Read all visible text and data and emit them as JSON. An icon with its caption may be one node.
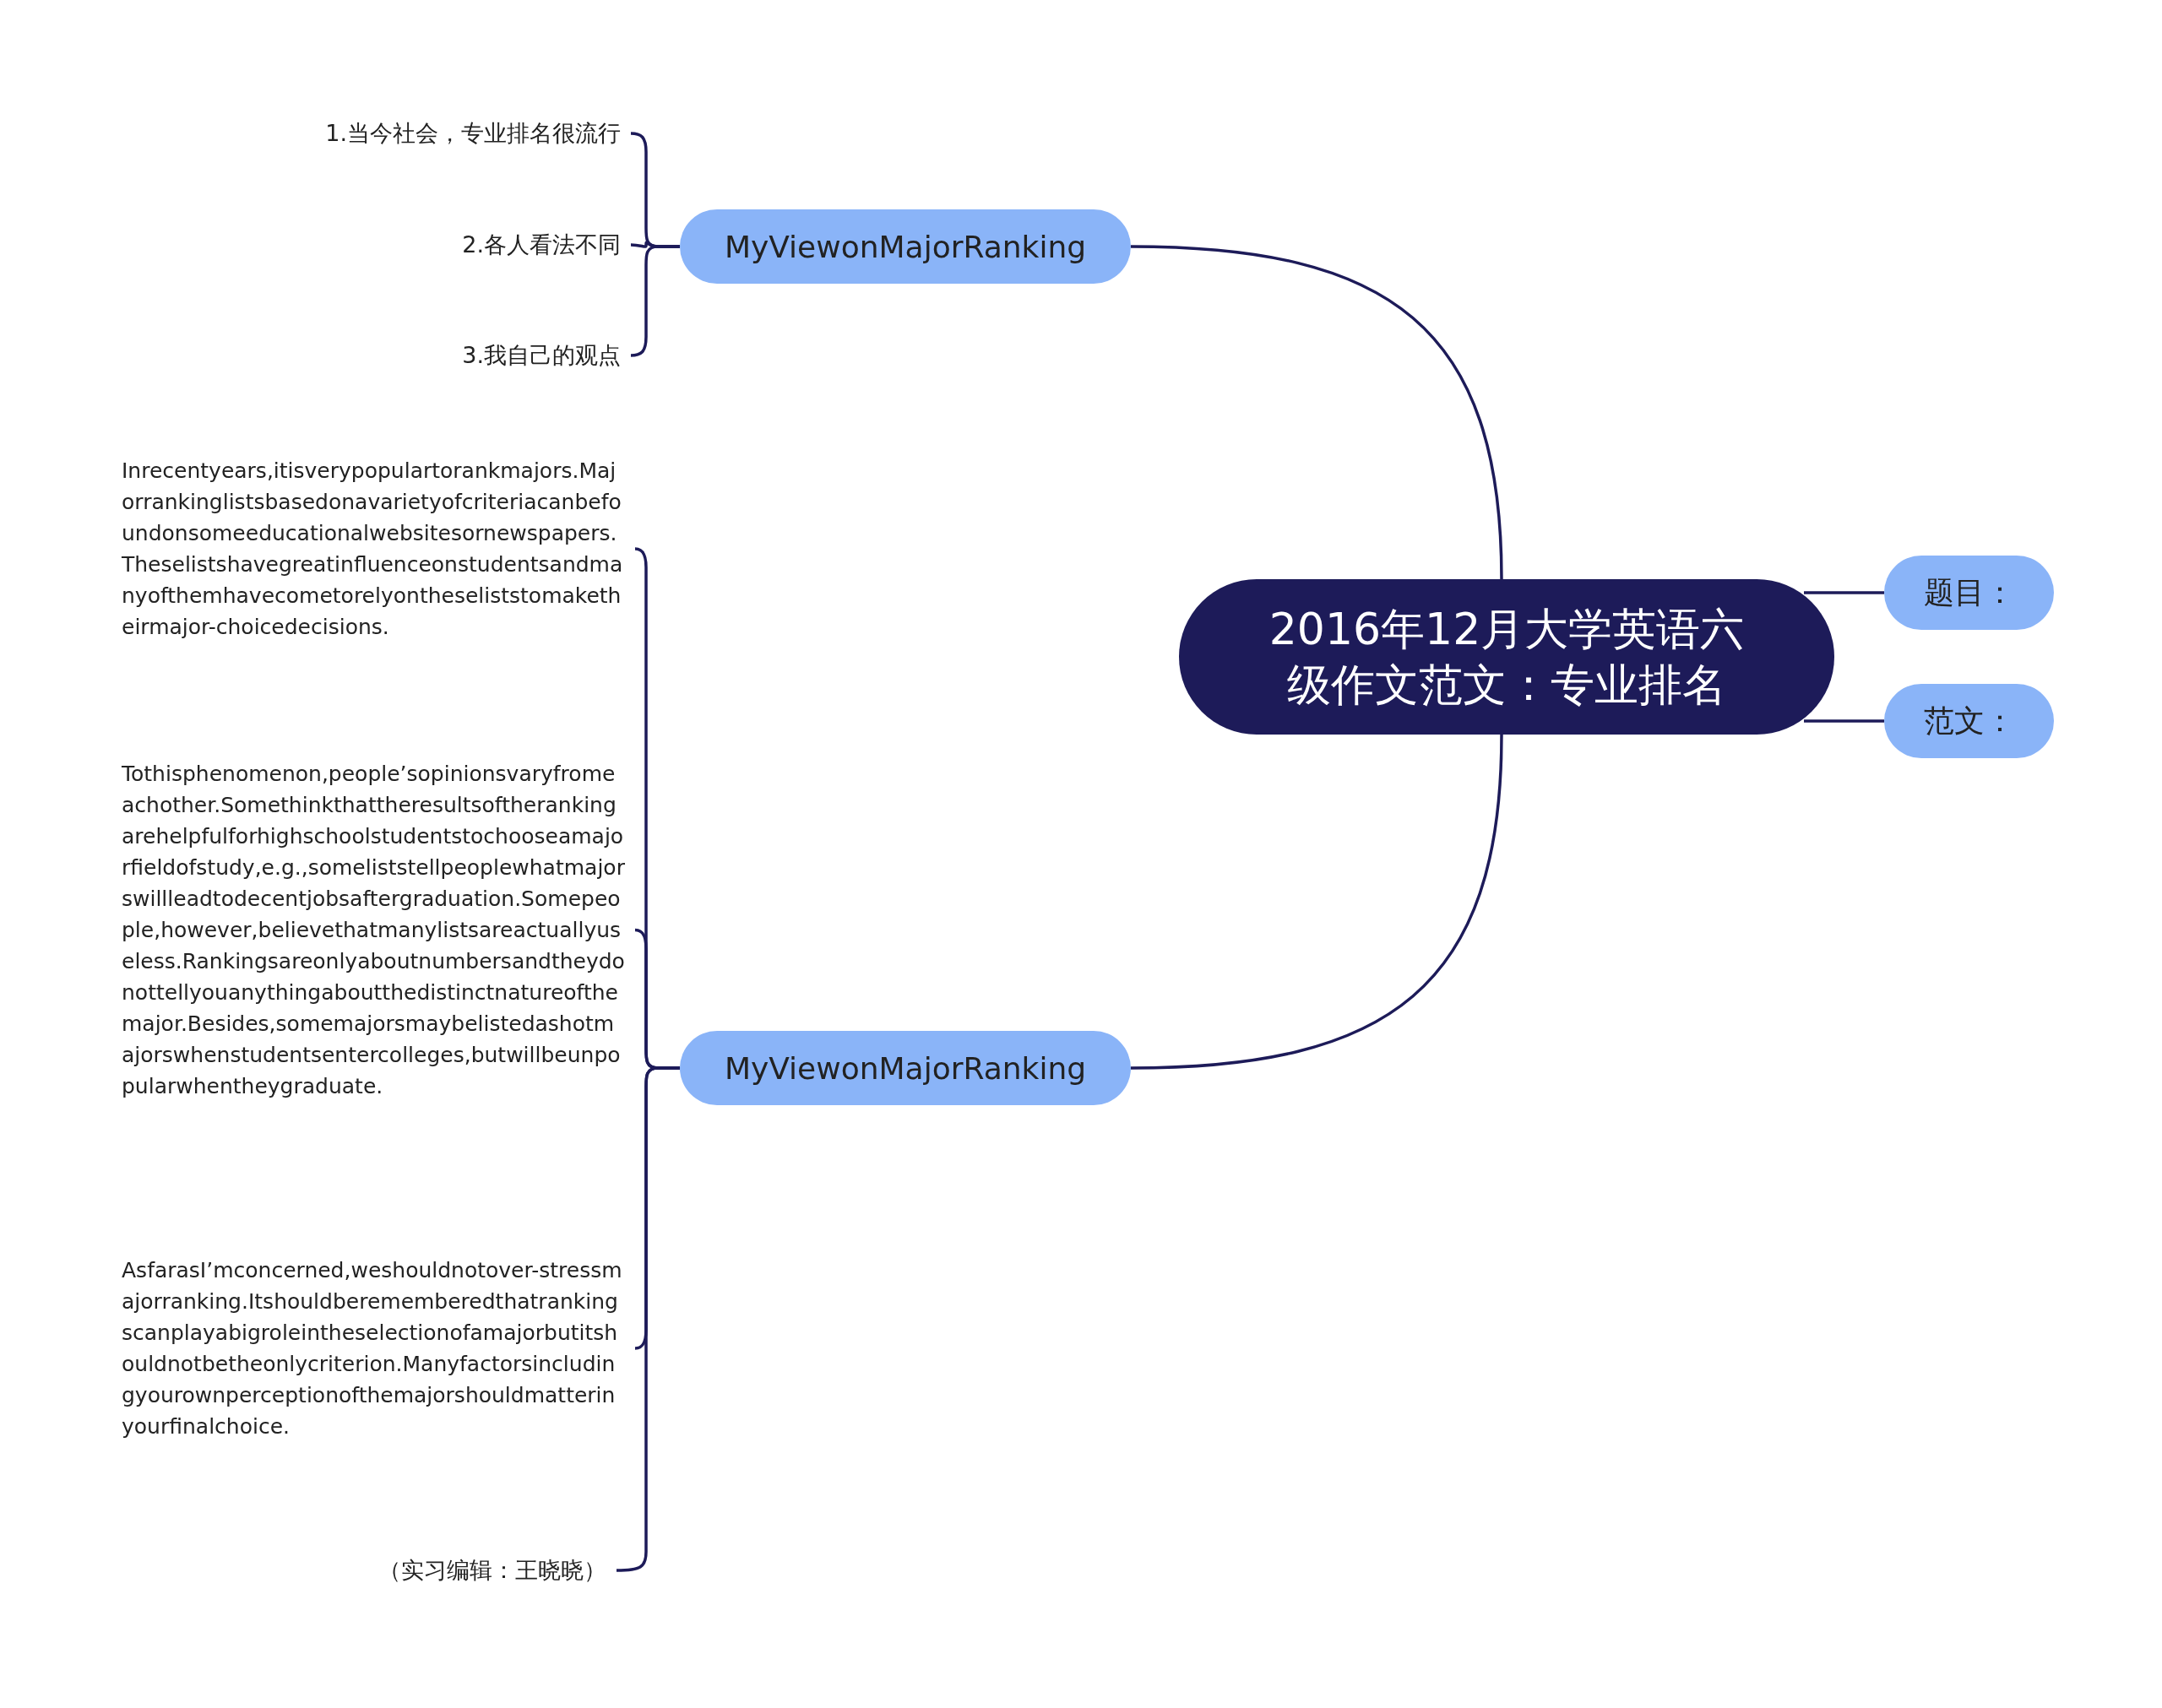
{
  "diagram": {
    "nodes": [
      {
        "text": [
          "2016年12月大学英语六级作文范文：专业排名"
        ]
      },
      {
        "text": [
          "题目："
        ]
      },
      {
        "text": [
          "范文："
        ]
      },
      {
        "text": [
          "MyViewonMajorRanking"
        ]
      },
      {
        "text": [
          "1.当今社会，专业排名很流行"
        ]
      },
      {
        "text": [
          "2.各人看法不同"
        ]
      },
      {
        "text": [
          "3.我自己的观点"
        ]
      },
      {
        "text": [
          "MyViewonMajorRanking"
        ]
      },
      {
        "text": [
          "Inrecentyears,itisverypopulartorankmajors.Majorrankinglistsbasedonavarietyofcriteriacanbefoundonsomeeducationalwebsitesornewspapers.Theselistshavegreatinfluenceonstudentsandmanyofthemhavecometorelyontheseliststomaketheirmajor-choicedecisions."
        ]
      },
      {
        "text": [
          "Tothisphenomenon,people’sopinionsvaryfromeachother.Somethinkthattheresultsoftherankingarehelpfulforhighschoolstudentstochooseamajorfieldofstudy,e.g.,someliststellpeoplewhatmajorswillleadtodecentjobsaftergraduation.Somepeople,however,believethatmanylistsareactuallyuseless.Rankingsareonlyaboutnumbersandtheydonottellyouanythingaboutthedistinctnatureofthemajor.Besides,somemajorsmaybelistedashotmajorswhenstudentsentercolleges,butwillbeunpopularwhentheygraduate."
        ]
      },
      {
        "text": [
          "AsfarasI’mconcerned,weshouldnotover-stressmajorranking.Itshouldberememberedthatrankingscanplayabigroleintheselectionofamajorbutitshouldnotbetheonlycriterion.Manyfactorsincludingyourownperceptionofthemajorshouldmatterinyourfinalchoice."
        ]
      },
      {
        "text": [
          "（实习编辑：王晓晓）"
        ]
      }
    ],
    "edges": [
      {
        "from": 0,
        "to": 1,
        "arrow": "none"
      },
      {
        "from": 0,
        "to": 2,
        "arrow": "none"
      },
      {
        "from": 0,
        "to": 3,
        "arrow": "none"
      },
      {
        "from": 0,
        "to": 7,
        "arrow": "none"
      },
      {
        "from": 3,
        "to": 4,
        "arrow": "none"
      },
      {
        "from": 3,
        "to": 5,
        "arrow": "none"
      },
      {
        "from": 3,
        "to": 6,
        "arrow": "none"
      },
      {
        "from": 7,
        "to": 8,
        "arrow": "none"
      },
      {
        "from": 7,
        "to": 9,
        "arrow": "none"
      },
      {
        "from": 7,
        "to": 10,
        "arrow": "none"
      },
      {
        "from": 7,
        "to": 11,
        "arrow": "none"
      }
    ]
  }
}
